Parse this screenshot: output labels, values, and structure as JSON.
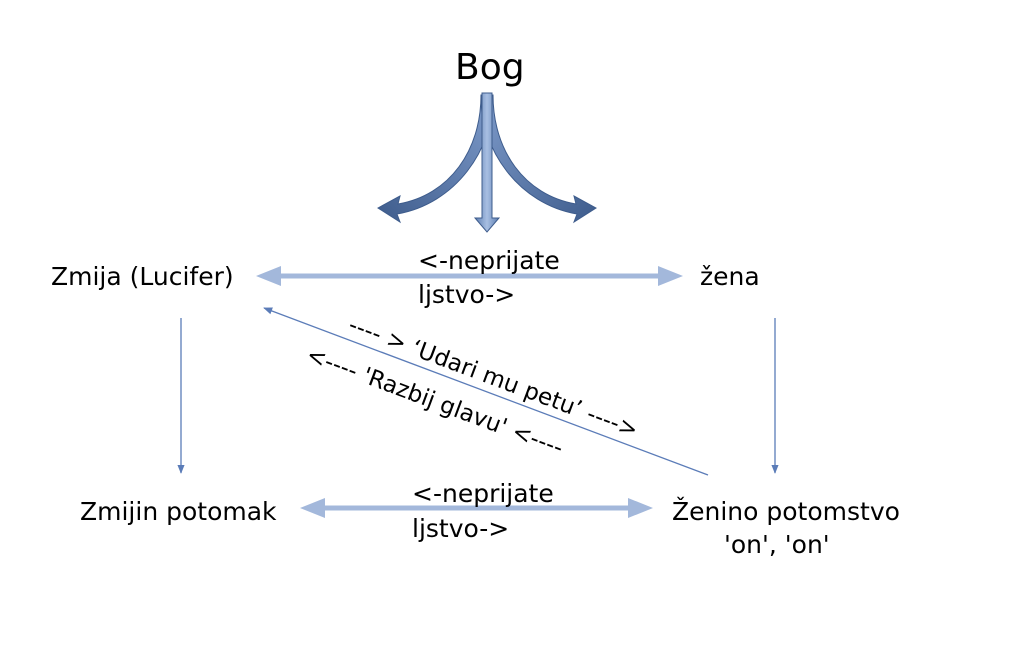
{
  "diagram": {
    "title": "Bog",
    "nodes": {
      "serpent": "Zmija (Lucifer)",
      "woman": "žena",
      "serpent_offspring": "Zmijin potomak",
      "woman_offspring_line1": "Ženino potomstvo",
      "woman_offspring_line2": "'on', 'on'"
    },
    "edges": {
      "top_line1": "<-neprijate",
      "top_line2": "ljstvo->",
      "bottom_line1": "<-neprijate",
      "bottom_line2": "ljstvo->",
      "diag_upper": "---- > ‘Udari mu petu’ ---->",
      "diag_lower": "<---- 'Razbij glavu' <----"
    },
    "colors": {
      "arrow_fill": "#4f6e9e",
      "line": "#5b7cb8",
      "thick_arrow": "#a3b8db"
    }
  }
}
